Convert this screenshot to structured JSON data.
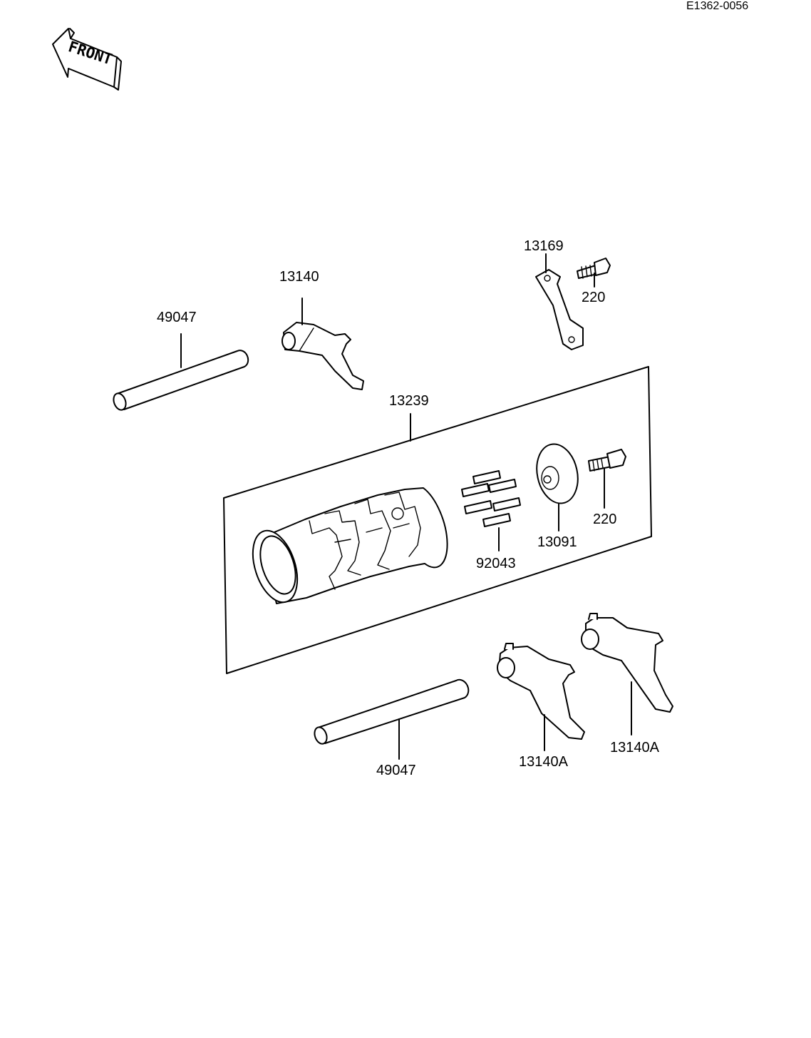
{
  "diagram_code": "E1362-0056",
  "front_label": "FRONT",
  "part_labels": {
    "p_13169": "13169",
    "p_220_top": "220",
    "p_13140": "13140",
    "p_49047_top": "49047",
    "p_13239": "13239",
    "p_220_mid": "220",
    "p_13091": "13091",
    "p_92043": "92043",
    "p_49047_bottom": "49047",
    "p_13140A_left": "13140A",
    "p_13140A_right": "13140A"
  }
}
